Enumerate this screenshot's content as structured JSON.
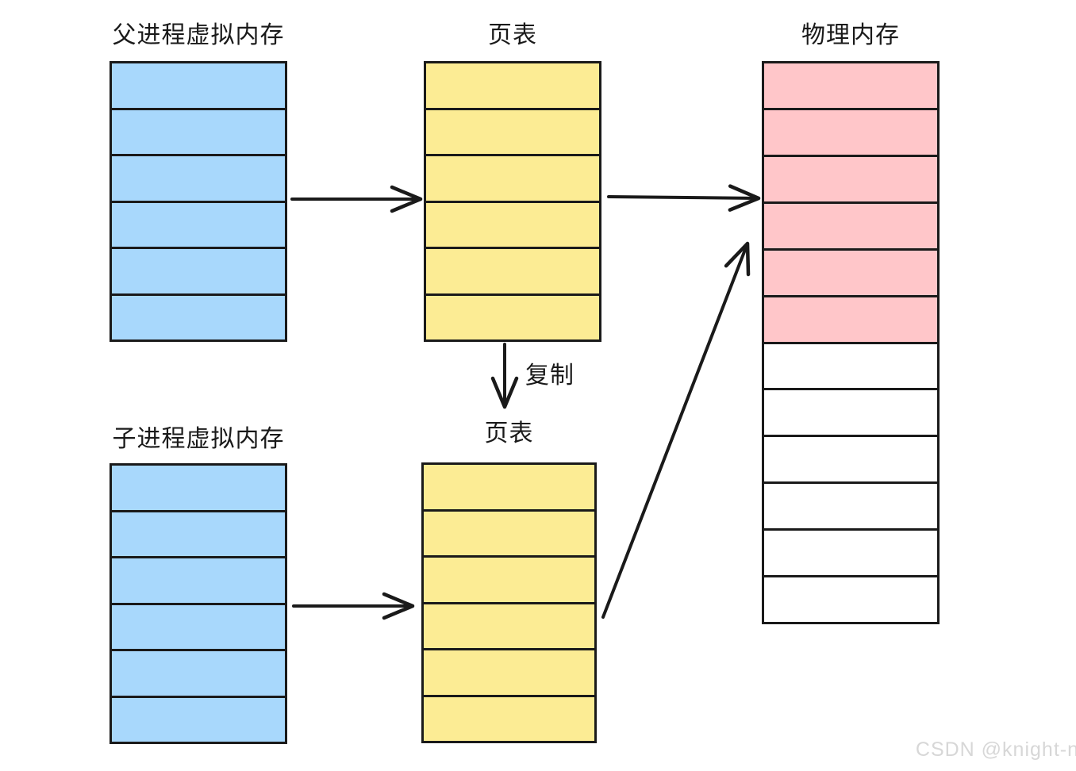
{
  "colors": {
    "process_memory": "#A8D8FC",
    "page_table": "#FCEC94",
    "physical_used": "#FFC6C9",
    "physical_free": "#FFFFFF",
    "border": "#1A1A1A",
    "text": "#1A1A1A",
    "watermark": "#D7D7D7"
  },
  "nodes": {
    "parent_memory": {
      "title": "父进程虚拟内存",
      "rows": 6
    },
    "page_table_parent": {
      "title": "页表",
      "rows": 6
    },
    "physical_memory": {
      "title": "物理内存",
      "rows": [
        "used",
        "used",
        "used",
        "used",
        "used",
        "used",
        "free",
        "free",
        "free",
        "free",
        "free",
        "free"
      ]
    },
    "child_memory": {
      "title": "子进程虚拟内存",
      "rows": 6
    },
    "page_table_child": {
      "title": "页表",
      "rows": 6
    }
  },
  "labels": {
    "copy": "复制"
  },
  "watermark": "CSDN @knight-n"
}
